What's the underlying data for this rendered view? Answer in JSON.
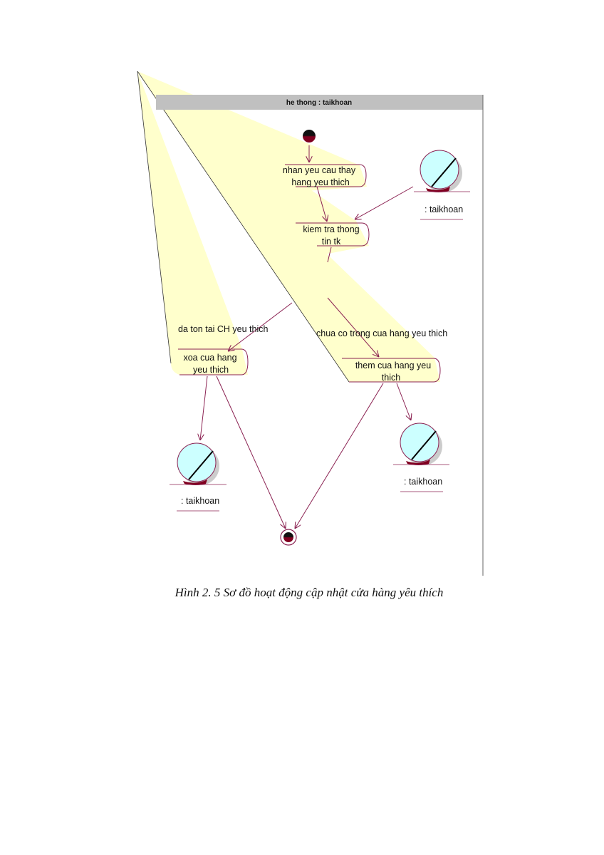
{
  "swimlane": {
    "title": "he thong : taikhoan"
  },
  "activities": {
    "receive_request": {
      "line1": "nhan yeu cau thay",
      "line2": "hang yeu thich"
    },
    "check_account": {
      "line1": "kiem tra thong",
      "line2": "tin tk"
    },
    "delete_store": {
      "line1": "xoa cua hang",
      "line2": "yeu thich"
    },
    "add_store": {
      "line1": "them cua hang yeu",
      "line2": "thich"
    }
  },
  "guards": {
    "exists": "da ton tai CH yeu thich",
    "not_exists": "chua co trong cua hang yeu thich"
  },
  "objects": {
    "top": ": taikhoan",
    "left": ": taikhoan",
    "right": ": taikhoan"
  },
  "caption": "Hình 2. 5 Sơ đồ hoạt động cập nhật cửa hàng yêu thích",
  "colors": {
    "note_fill": "#ffffcc",
    "activity_stroke": "#8b2252",
    "object_fill": "#ccffff",
    "header_fill": "#c0c0c0",
    "node_fill": "#800020"
  }
}
